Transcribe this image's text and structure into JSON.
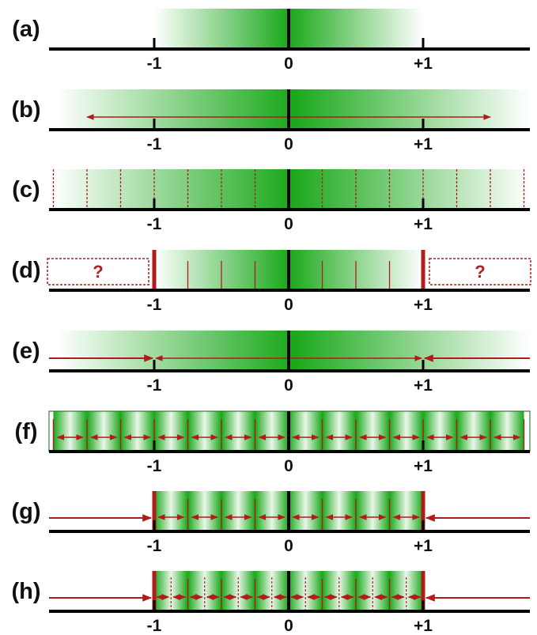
{
  "panels": [
    {
      "id": "a",
      "label": "(a)"
    },
    {
      "id": "b",
      "label": "(b)"
    },
    {
      "id": "c",
      "label": "(c)"
    },
    {
      "id": "d",
      "label": "(d)",
      "unknown_box_text": "?"
    },
    {
      "id": "e",
      "label": "(e)"
    },
    {
      "id": "f",
      "label": "(f)"
    },
    {
      "id": "g",
      "label": "(g)"
    },
    {
      "id": "h",
      "label": "(h)"
    }
  ],
  "ticks": {
    "left": "-1",
    "center": "0",
    "right": "+1"
  },
  "colors": {
    "gradient": "#1aa81a",
    "axis": "#000000",
    "accent": "#b01c1c"
  }
}
